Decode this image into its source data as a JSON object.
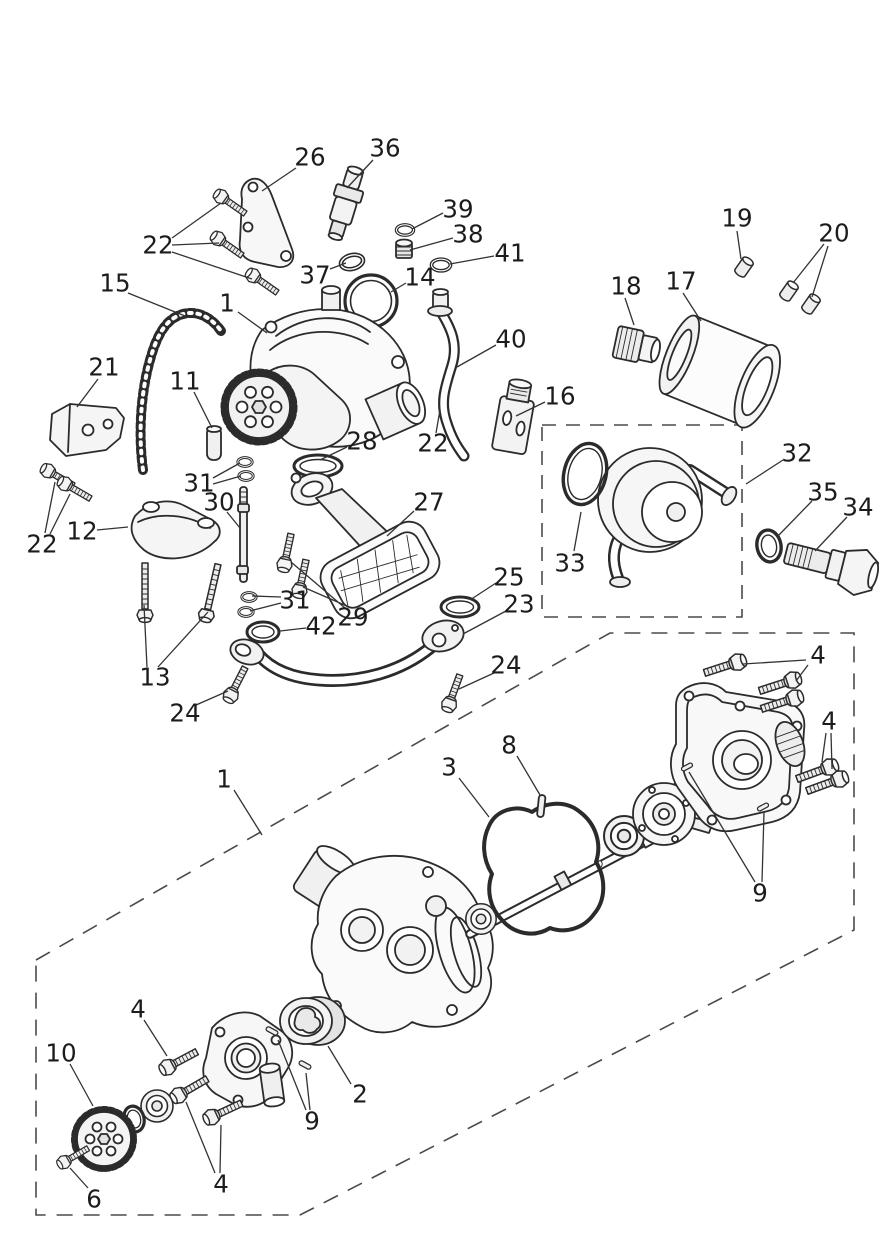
{
  "figure": {
    "type": "exploded-parts-diagram",
    "subject": "oil-pump-and-water-pump",
    "background": "#ffffff",
    "line_color": "#2b2b2b",
    "label_color": "#1c1c1c",
    "dash_color": "#4a4a4a"
  },
  "callouts": [
    {
      "label": "26"
    },
    {
      "label": "36"
    },
    {
      "label": "39"
    },
    {
      "label": "38"
    },
    {
      "label": "41"
    },
    {
      "label": "22"
    },
    {
      "label": "37"
    },
    {
      "label": "14"
    },
    {
      "label": "19"
    },
    {
      "label": "20"
    },
    {
      "label": "18"
    },
    {
      "label": "17"
    },
    {
      "label": "15"
    },
    {
      "label": "1"
    },
    {
      "label": "21"
    },
    {
      "label": "11"
    },
    {
      "label": "40"
    },
    {
      "label": "16"
    },
    {
      "label": "22"
    },
    {
      "label": "28"
    },
    {
      "label": "31"
    },
    {
      "label": "30"
    },
    {
      "label": "27"
    },
    {
      "label": "12"
    },
    {
      "label": "22"
    },
    {
      "label": "32"
    },
    {
      "label": "35"
    },
    {
      "label": "34"
    },
    {
      "label": "33"
    },
    {
      "label": "25"
    },
    {
      "label": "23"
    },
    {
      "label": "31"
    },
    {
      "label": "42"
    },
    {
      "label": "29"
    },
    {
      "label": "13"
    },
    {
      "label": "24"
    },
    {
      "label": "24"
    },
    {
      "label": "1"
    },
    {
      "label": "3"
    },
    {
      "label": "8"
    },
    {
      "label": "4"
    },
    {
      "label": "4"
    },
    {
      "label": "9"
    },
    {
      "label": "4"
    },
    {
      "label": "10"
    },
    {
      "label": "2"
    },
    {
      "label": "9"
    },
    {
      "label": "4"
    },
    {
      "label": "6"
    }
  ]
}
